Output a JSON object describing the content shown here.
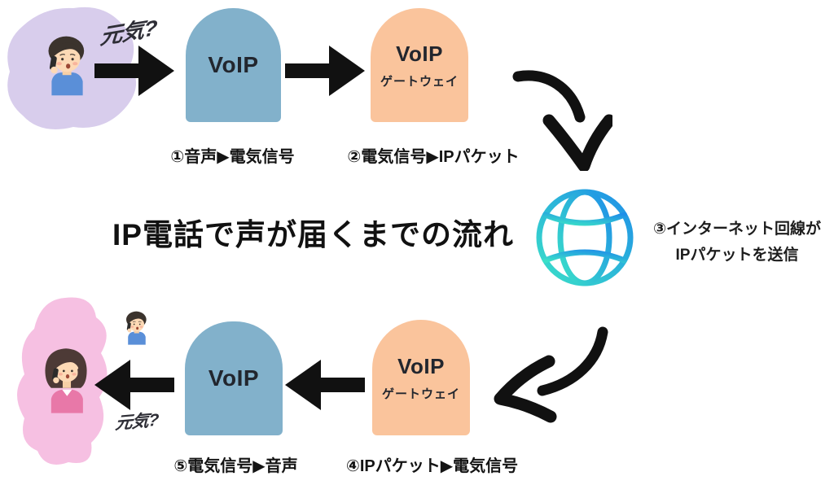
{
  "title": "IP電話で声が届くまでの流れ",
  "speech": {
    "caller": "元気?",
    "receiver": "元気?"
  },
  "nodes": {
    "voip_top": {
      "label": "VoIP"
    },
    "gateway_top": {
      "label": "VoIP",
      "sublabel": "ゲートウェイ"
    },
    "voip_bottom": {
      "label": "VoIP"
    },
    "gateway_bottom": {
      "label": "VoIP",
      "sublabel": "ゲートウェイ"
    }
  },
  "steps": {
    "step1": "①音声▶電気信号",
    "step2": "②電気信号▶IPパケット",
    "step3_line1": "③インターネット回線が",
    "step3_line2": "IPパケットを送信",
    "step4": "④IPパケット▶電気信号",
    "step5": "⑤電気信号▶音声"
  },
  "icons": {
    "internet": "globe-icon",
    "caller": "man-on-phone-illustration",
    "receiver": "woman-on-phone-illustration",
    "flow_arrows": "black-brush-arrow"
  },
  "colors": {
    "voip_box": "#82b1cb",
    "gateway_box": "#fac49c",
    "caller_blob": "#d8cdec",
    "receiver_blob": "#f6c0e2",
    "arrow": "#111111",
    "globe_start": "#3ae0c8",
    "globe_end": "#1f8fe8",
    "node_text": "#22262e"
  }
}
